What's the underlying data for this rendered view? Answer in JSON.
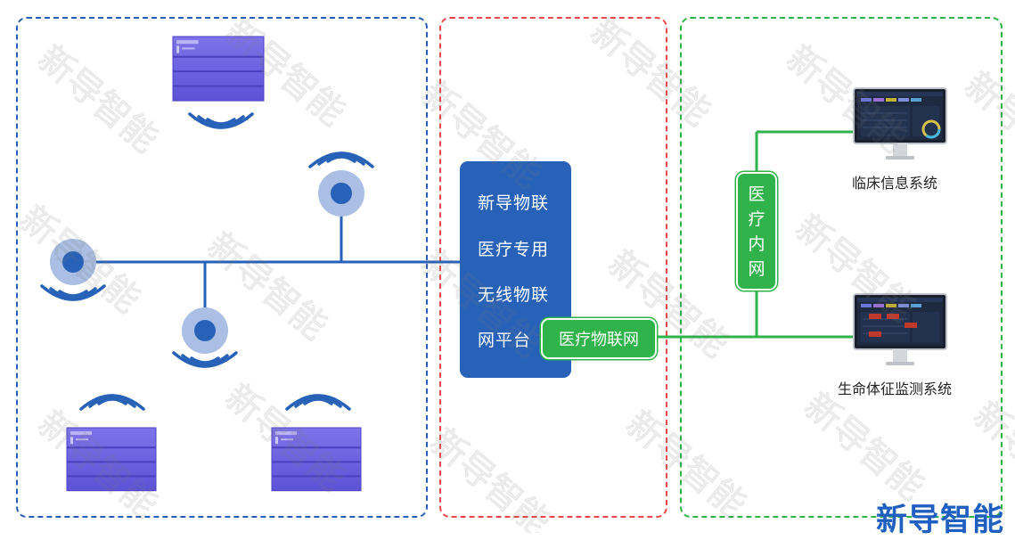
{
  "platform": {
    "lines": [
      "新导物联",
      "医疗专用",
      "无线物联",
      "网平台"
    ],
    "color": "#2762b8"
  },
  "iot_network": {
    "label": "医疗物联网",
    "color": "#2fb34a"
  },
  "intranet": {
    "chars": [
      "医",
      "疗",
      "内",
      "网"
    ],
    "color": "#2fb34a"
  },
  "systems": {
    "clinical": {
      "label": "临床信息系统"
    },
    "vital_signs": {
      "label": "生命体征监测系统"
    }
  },
  "brand": {
    "text": "新导智能",
    "color": "#1f5fbf"
  },
  "watermark": {
    "text": "新导智能"
  },
  "zones": {
    "devices_color": "#2b5db5",
    "platform_color": "#e8484b",
    "hospital_color": "#2fb34a"
  },
  "icons": [
    "sensor-pad-icon",
    "sensor-node-icon",
    "wifi-signal-icon",
    "monitor-icon"
  ]
}
